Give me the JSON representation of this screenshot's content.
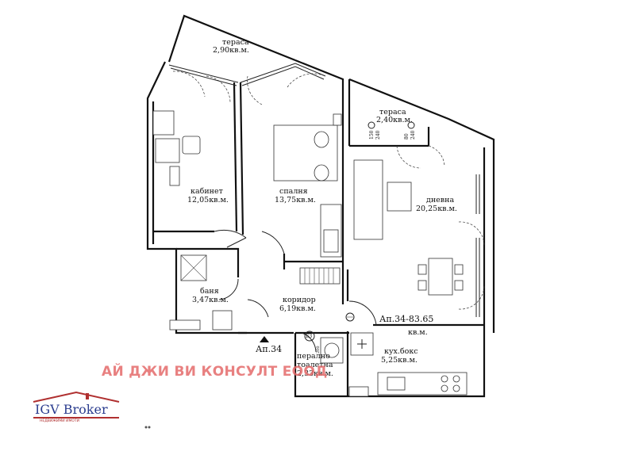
{
  "rooms": {
    "terrace_top": {
      "name": "тераса",
      "area": "2,90кв.м."
    },
    "terrace_right": {
      "name": "тераса",
      "area": "2,40кв.м."
    },
    "office": {
      "name": "кабинет",
      "area": "12,05кв.м."
    },
    "bedroom": {
      "name": "спалня",
      "area": "13,75кв.м."
    },
    "living": {
      "name": "дневна",
      "area": "20,25кв.м."
    },
    "bath": {
      "name": "баня",
      "area": "3,47кв.м."
    },
    "corridor": {
      "name": "коридор",
      "area": "6,19кв.м."
    },
    "laundry": {
      "name": "перално\nтоалетна",
      "name_line1": "перално",
      "name_line2": "тоалетна",
      "area": "2,33кв.м."
    },
    "kitchen": {
      "name": "кух.бокс",
      "area": "5,25кв.м."
    }
  },
  "apartment": {
    "label": "Ап.34-83.65",
    "unit": "кв.м."
  },
  "entrance": {
    "label": "Ап.34"
  },
  "window_marks": [
    "150",
    "240",
    "80",
    "240"
  ],
  "boiler_mark": "Б3",
  "boiler_size": "200",
  "watermark": "АЙ ДЖИ ВИ КОНСУЛТ ЕООД",
  "logo": {
    "name": "IGV Broker",
    "tagline": "НЕДВИЖИМИ ИМОТИ"
  },
  "colors": {
    "watermark": "#e46a6a",
    "logo_blue": "#2b3d8f",
    "logo_red": "#b03030"
  }
}
